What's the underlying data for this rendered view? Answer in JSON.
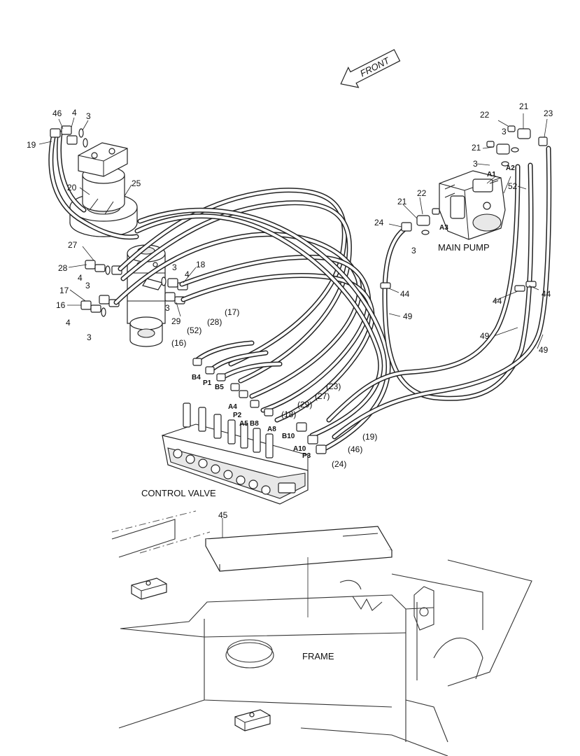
{
  "direction_label": "FRONT",
  "captions": {
    "main_pump": "MAIN PUMP",
    "control_valve": "CONTROL VALVE",
    "frame": "FRAME"
  },
  "callouts": {
    "top_left": [
      "46",
      "4",
      "3",
      "19",
      "20",
      "25"
    ],
    "left_cluster": [
      "27",
      "28",
      "4",
      "3",
      "17",
      "16",
      "4",
      "3"
    ],
    "center_left": [
      "3",
      "4",
      "18",
      "3",
      "29"
    ],
    "valve_bracketed": [
      "(17)",
      "(28)",
      "(52)",
      "(16)",
      "(23)",
      "(27)",
      "(29)",
      "(18)",
      "(19)",
      "(46)",
      "(24)"
    ],
    "pump_side": [
      "22",
      "21",
      "23",
      "3",
      "21",
      "3",
      "A1",
      "A2",
      "52",
      "21",
      "22",
      "24",
      "A3",
      "3",
      "44",
      "49",
      "44",
      "44",
      "49",
      "49"
    ],
    "bottom": [
      "45"
    ]
  },
  "ports": [
    "B4",
    "P1",
    "B5",
    "A4",
    "P2",
    "A5",
    "B8",
    "A8",
    "B10",
    "A10",
    "P3"
  ]
}
